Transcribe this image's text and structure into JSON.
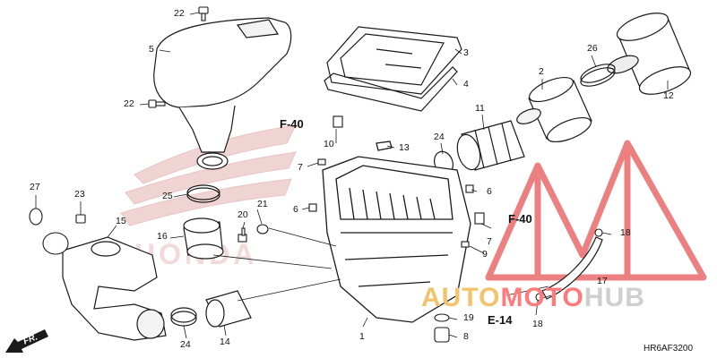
{
  "diagram_code": "HR6AF3200",
  "front_indicator": "FR.",
  "watermark": {
    "word1": "AUTO",
    "word2": "MOTO",
    "word3": "HUB",
    "color1": "#f2c36b",
    "color2": "#e03b3b",
    "color3": "#e6e6e6"
  },
  "references": [
    "F-40",
    "F-40",
    "E-14"
  ],
  "callouts": [
    "22",
    "5",
    "22",
    "3",
    "4",
    "26",
    "2",
    "12",
    "11",
    "24",
    "10",
    "13",
    "7",
    "6",
    "6",
    "21",
    "20",
    "27",
    "23",
    "15",
    "25",
    "16",
    "F-40",
    "7",
    "9",
    "18",
    "17",
    "19",
    "8",
    "1",
    "14",
    "24",
    "18"
  ],
  "colors": {
    "line": "#1a1a1a",
    "part_fill": "#ffffff",
    "honda_wing": "#e6b8b8"
  }
}
